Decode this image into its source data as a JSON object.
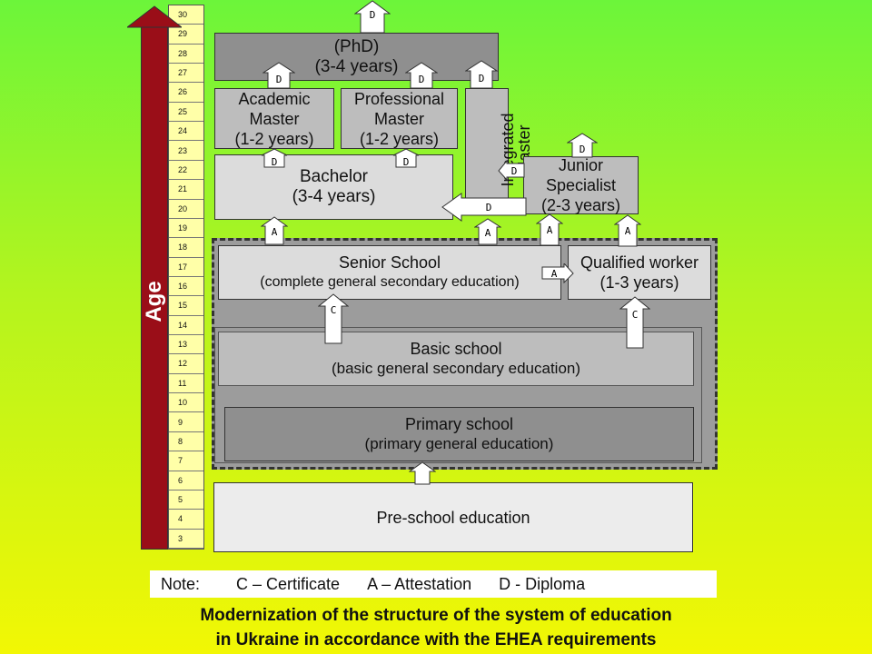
{
  "age_axis": {
    "label": "Age",
    "ticks": [
      "30",
      "29",
      "28",
      "27",
      "26",
      "25",
      "24",
      "23",
      "22",
      "21",
      "20",
      "19",
      "18",
      "17",
      "16",
      "15",
      "14",
      "13",
      "12",
      "11",
      "10",
      "9",
      "8",
      "7",
      "6",
      "5",
      "4",
      "3"
    ]
  },
  "boxes": {
    "phd": {
      "line1": "(PhD)",
      "line2": "(3-4 years)"
    },
    "academic_master": {
      "line1": "Academic",
      "line2": "Master",
      "line3": "(1-2 years)"
    },
    "professional_master": {
      "line1": "Professional",
      "line2": "Master",
      "line3": "(1-2 years)"
    },
    "integrated_master": {
      "line1": "Integrated",
      "line2": "Master"
    },
    "bachelor": {
      "line1": "Bachelor",
      "line2": "(3-4 years)"
    },
    "junior_specialist": {
      "line1": "Junior",
      "line2": "Specialist",
      "line3": "(2-3 years)"
    },
    "senior_school": {
      "line1": "Senior School",
      "line2": "(complete general secondary education)"
    },
    "qualified_worker": {
      "line1": "Qualified worker",
      "line2": "(1-3 years)"
    },
    "basic_school": {
      "line1": "Basic school",
      "line2": "(basic general secondary education)"
    },
    "primary_school": {
      "line1": "Primary school",
      "line2": "(primary general education)"
    },
    "preschool": {
      "line1": "Pre-school education"
    }
  },
  "arrow_labels": {
    "d": "D",
    "a": "A",
    "c": "C"
  },
  "note": {
    "prefix": "Note:",
    "c": "C – Certificate",
    "a": "A – Attestation",
    "d": "D - Diploma"
  },
  "caption": {
    "line1": "Modernization of the structure of the system of education",
    "line2": "in Ukraine in accordance with the EHEA requirements"
  }
}
